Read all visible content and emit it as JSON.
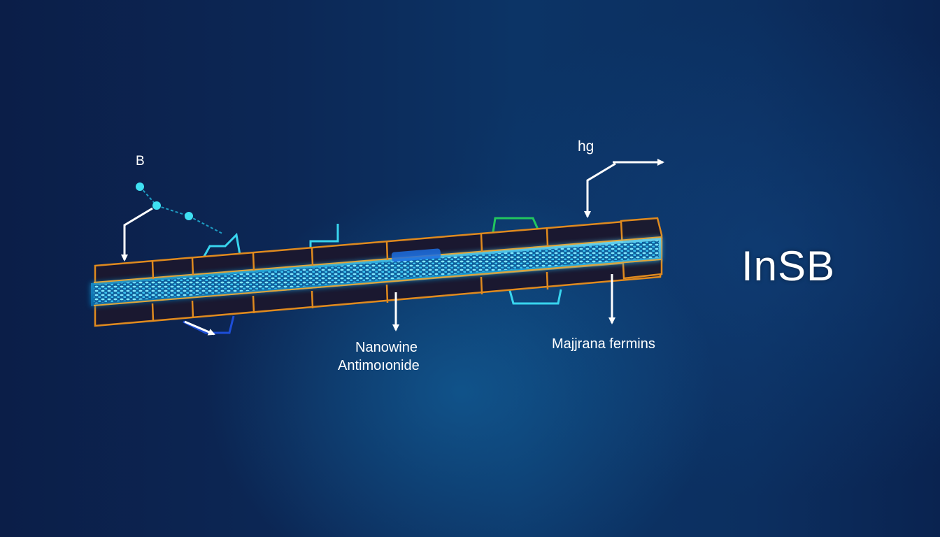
{
  "labels": {
    "b": "B",
    "hg": "hg",
    "nanowire_line1": "Nanowine",
    "nanowire_line2": "Antimoıonide",
    "majorana": "Majjrana fermins",
    "formula": "InSB"
  },
  "colors": {
    "background": "#0c2c5c",
    "wire_body": "#1a1830",
    "wire_outline": "#e08a1e",
    "core": "#2fb8e8",
    "arrow": "#ffffff",
    "connector_cyan": "#38d4ee",
    "connector_green": "#22c55e",
    "connector_blue": "#1d4ed8"
  }
}
